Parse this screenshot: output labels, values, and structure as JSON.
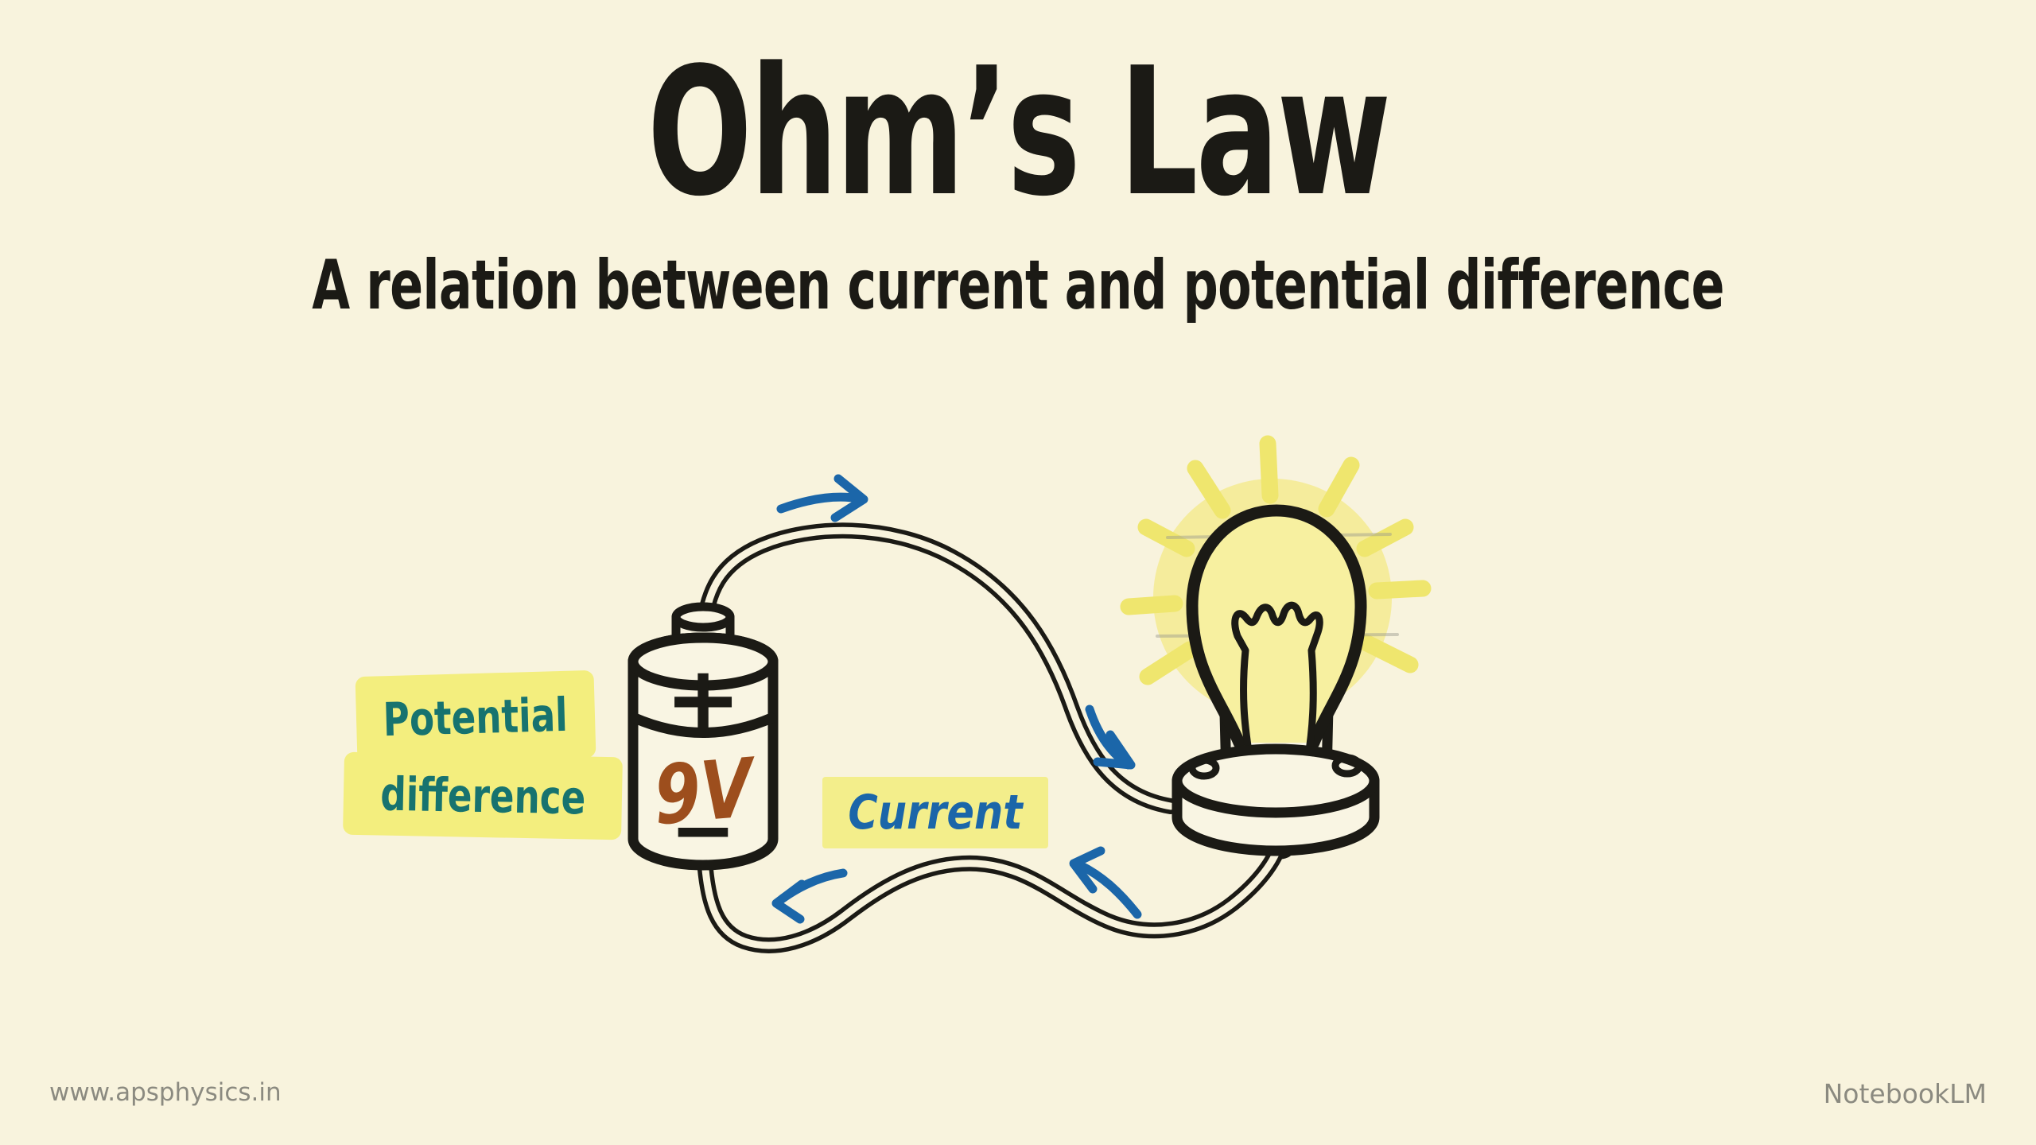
{
  "slide": {
    "title": "Ohm’s Law",
    "subtitle": "A relation between current and potential difference"
  },
  "diagram": {
    "battery": {
      "positive_symbol": "+",
      "voltage": "9V",
      "negative_symbol": "−"
    },
    "labels": {
      "potential_line1": "Potential",
      "potential_line2": "difference",
      "current": "Current"
    }
  },
  "footer": {
    "left": "www.apsphysics.in",
    "right": "NotebookLM"
  },
  "colors": {
    "bg": "#f8f3dd",
    "ink": "#1b1a15",
    "cream": "#f9f5e3",
    "hl_yellow": "#f3ee7e",
    "hl_current": "#f3ee8b",
    "teal": "#17736f",
    "blue": "#1b66a9",
    "brown": "#9d4e1d",
    "ray": "#efe66e",
    "glow": "#f4ea8c",
    "bulbfill": "#f7f0a0",
    "gray_footer": "#8b8a80"
  }
}
